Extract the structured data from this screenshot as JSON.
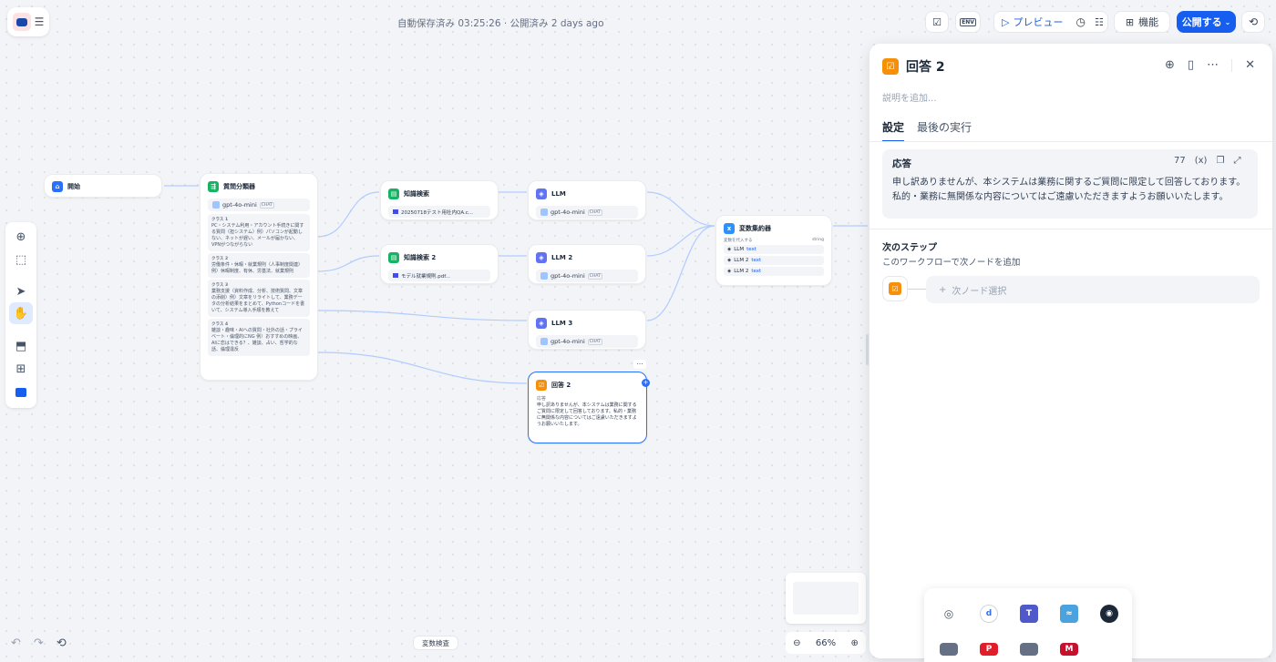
{
  "header": {
    "autosave": "自動保存済み 03:25:26 · 公開済み 2 days ago",
    "env_label": "ENV",
    "preview_label": "プレビュー",
    "features_label": "機能",
    "publish_label": "公開する"
  },
  "nodes": {
    "start": {
      "title": "開始"
    },
    "classifier": {
      "title": "質問分類器",
      "model": "gpt-4o-mini",
      "chat_tag": "CHAT",
      "classes": [
        {
          "label": "クラス 1",
          "text": "PC・システム利用・アカウント手続きに関する質問（担システム）例）パソコンが起動しない、ネットが遅い、メールが届かない、VPNがつながらない"
        },
        {
          "label": "クラス 2",
          "text": "労働条件・休暇・就業規則（人事制度関連）例）休暇制度、有休、労基法、就業規則"
        },
        {
          "label": "クラス 3",
          "text": "業務支援（資料作成、分析、技術質問、文章の添削）例）文章をリライトして、業務データの分析結果をまとめて、Pythonコードを書いて、システム導入手順を教えて"
        },
        {
          "label": "クラス 4",
          "text": "雑談・趣味・AIへの質問・社外の話・プライベート・倫理的にNG 例）おすすめの映画、AIに恋はできる？、雑談、占い、哲学的な話、倫理違反"
        }
      ]
    },
    "kb1": {
      "title": "知識検索",
      "file": "20250718テスト用社内QA.c..."
    },
    "kb2": {
      "title": "知識検索 2",
      "file": "モデル就業規則.pdf..."
    },
    "llm1": {
      "title": "LLM",
      "model": "gpt-4o-mini",
      "chat_tag": "CHAT"
    },
    "llm2": {
      "title": "LLM 2",
      "model": "gpt-4o-mini",
      "chat_tag": "CHAT"
    },
    "llm3": {
      "title": "LLM 3",
      "model": "gpt-4o-mini",
      "chat_tag": "CHAT"
    },
    "aggregator": {
      "title": "変数集約器",
      "sub_label": "変数を代入する",
      "type_label": "string",
      "vars": [
        {
          "node": "LLM",
          "var": "text"
        },
        {
          "node": "LLM 2",
          "var": "text"
        },
        {
          "node": "LLM 2",
          "var": "text"
        }
      ]
    },
    "answer2": {
      "title": "回答 2",
      "label": "応答",
      "text": "申し訳ありませんが、本システムは業務に関するご質問に限定して回答しております。私的・業務に無関係な内容についてはご遠慮いただきますようお願いいたします。"
    }
  },
  "toolbar": {
    "var_inspect": "変数検査",
    "zoom": "66%"
  },
  "panel": {
    "title": "回答 2",
    "description_placeholder": "説明を追加...",
    "tabs": [
      "設定",
      "最後の実行"
    ],
    "response_label": "応答",
    "char_count": "77",
    "var_button": "(x)",
    "response_line1": "申し訳ありませんが、本システムは業務に関するご質問に限定して回答しております。",
    "response_line2": "私的・業務に無関係な内容についてはご遠慮いただきますようお願いいたします。",
    "next_step_title": "次のステップ",
    "next_step_desc": "このワークフローで次ノードを追加",
    "next_node_select": "次ノード選択"
  },
  "colors": {
    "accent": "#155eef",
    "answer_orange": "#f79009",
    "llm_purple": "#6172f3",
    "kb_green": "#16b364",
    "start_blue": "#2970ff"
  }
}
